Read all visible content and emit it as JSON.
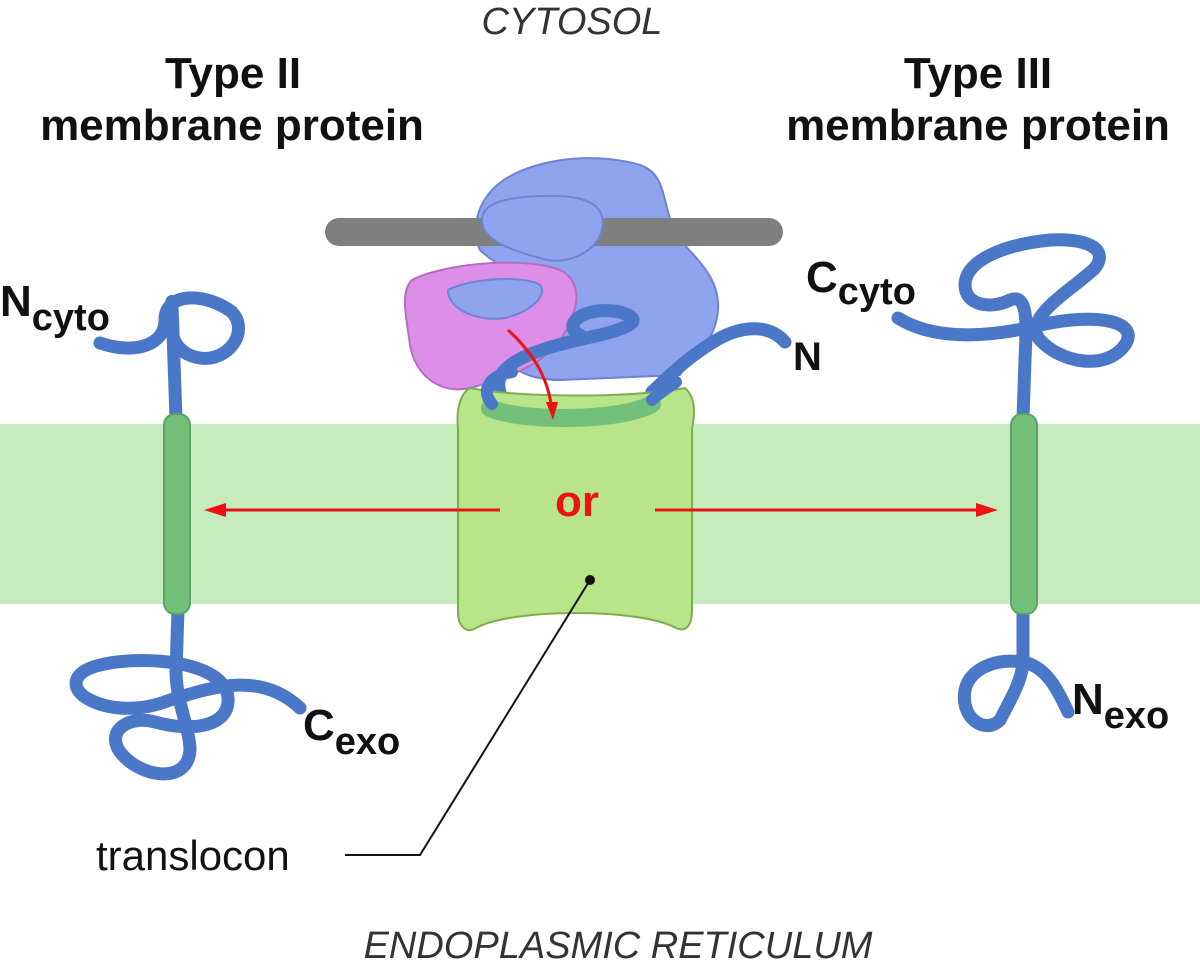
{
  "regions": {
    "cytosol": "CYTOSOL",
    "er": "ENDOPLASMIC RETICULUM"
  },
  "type2": {
    "title_line1": "Type II",
    "title_line2": "membrane protein",
    "n_main": "N",
    "n_sub": "cyto",
    "c_main": "C",
    "c_sub": "exo"
  },
  "type3": {
    "title_line1": "Type III",
    "title_line2": "membrane protein",
    "c_main": "C",
    "c_sub": "cyto",
    "n_main": "N",
    "n_sub": "exo"
  },
  "center": {
    "nascent_terminus": "N",
    "choice": "or",
    "translocon": "translocon"
  },
  "colors": {
    "membrane": "#c6ebbd",
    "protein_chain": "#4b77c9",
    "tm_segment": "#73c07a",
    "translocon": "#b8e58a",
    "ribosome": "#8fa3ee",
    "srp": "#dd8ee8",
    "mrna": "#7f7f7f",
    "arrow": "#ee1111"
  }
}
